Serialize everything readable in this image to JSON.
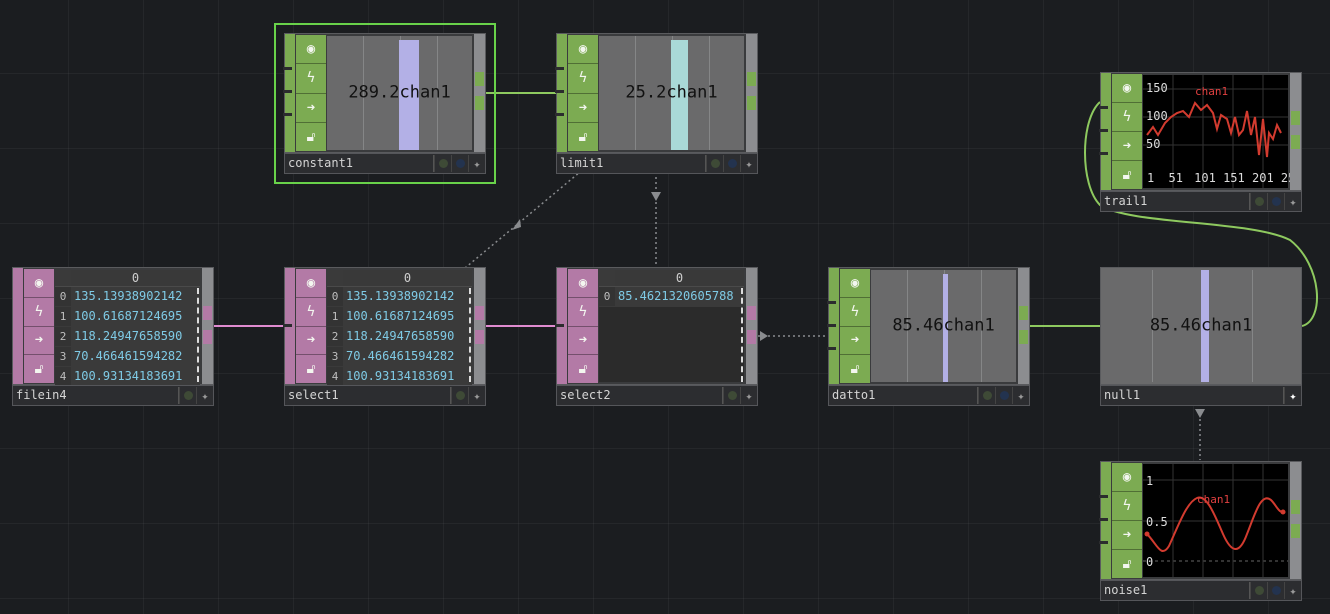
{
  "nodes": {
    "constant1": {
      "name": "constant1",
      "value": "289.2",
      "channel": "chan1"
    },
    "limit1": {
      "name": "limit1",
      "value": "25.2",
      "channel": "chan1"
    },
    "trail1": {
      "name": "trail1",
      "channel": "chan1",
      "y_ticks": [
        "150",
        "100",
        "50"
      ],
      "x_ticks": [
        "1",
        "51",
        "101",
        "151",
        "201",
        "25"
      ]
    },
    "filein4": {
      "name": "filein4",
      "col_header": "0",
      "rows": [
        {
          "i": "0",
          "v": "135.13938902142"
        },
        {
          "i": "1",
          "v": "100.61687124695"
        },
        {
          "i": "2",
          "v": "118.24947658590"
        },
        {
          "i": "3",
          "v": "70.466461594282"
        },
        {
          "i": "4",
          "v": "100.93134183691"
        }
      ]
    },
    "select1": {
      "name": "select1",
      "col_header": "0",
      "rows": [
        {
          "i": "0",
          "v": "135.13938902142"
        },
        {
          "i": "1",
          "v": "100.61687124695"
        },
        {
          "i": "2",
          "v": "118.24947658590"
        },
        {
          "i": "3",
          "v": "70.466461594282"
        },
        {
          "i": "4",
          "v": "100.93134183691"
        }
      ]
    },
    "select2": {
      "name": "select2",
      "col_header": "0",
      "rows": [
        {
          "i": "0",
          "v": "85.4621320605788"
        }
      ]
    },
    "datto1": {
      "name": "datto1",
      "value": "85.46",
      "channel": "chan1"
    },
    "null1": {
      "name": "null1",
      "value": "85.46",
      "channel": "chan1"
    },
    "noise1": {
      "name": "noise1",
      "channel": "chan1",
      "y_ticks": [
        "1",
        "0.5",
        "0"
      ]
    }
  },
  "icons": {
    "viewer": "viewer-icon",
    "bypass": "bypass-icon",
    "cook": "cook-arrow-icon",
    "lock": "lock-icon"
  },
  "colors": {
    "chop": "#7cab52",
    "dat": "#b37aa6",
    "selected": "#69d24a",
    "wire_chop": "#8ec95f",
    "wire_dat": "#e08cd0",
    "constant_bar": "#b3b0e6",
    "limit_bar": "#a9d9d7",
    "null_bar": "#b3b0e6",
    "graph_line": "#d23b2f"
  }
}
